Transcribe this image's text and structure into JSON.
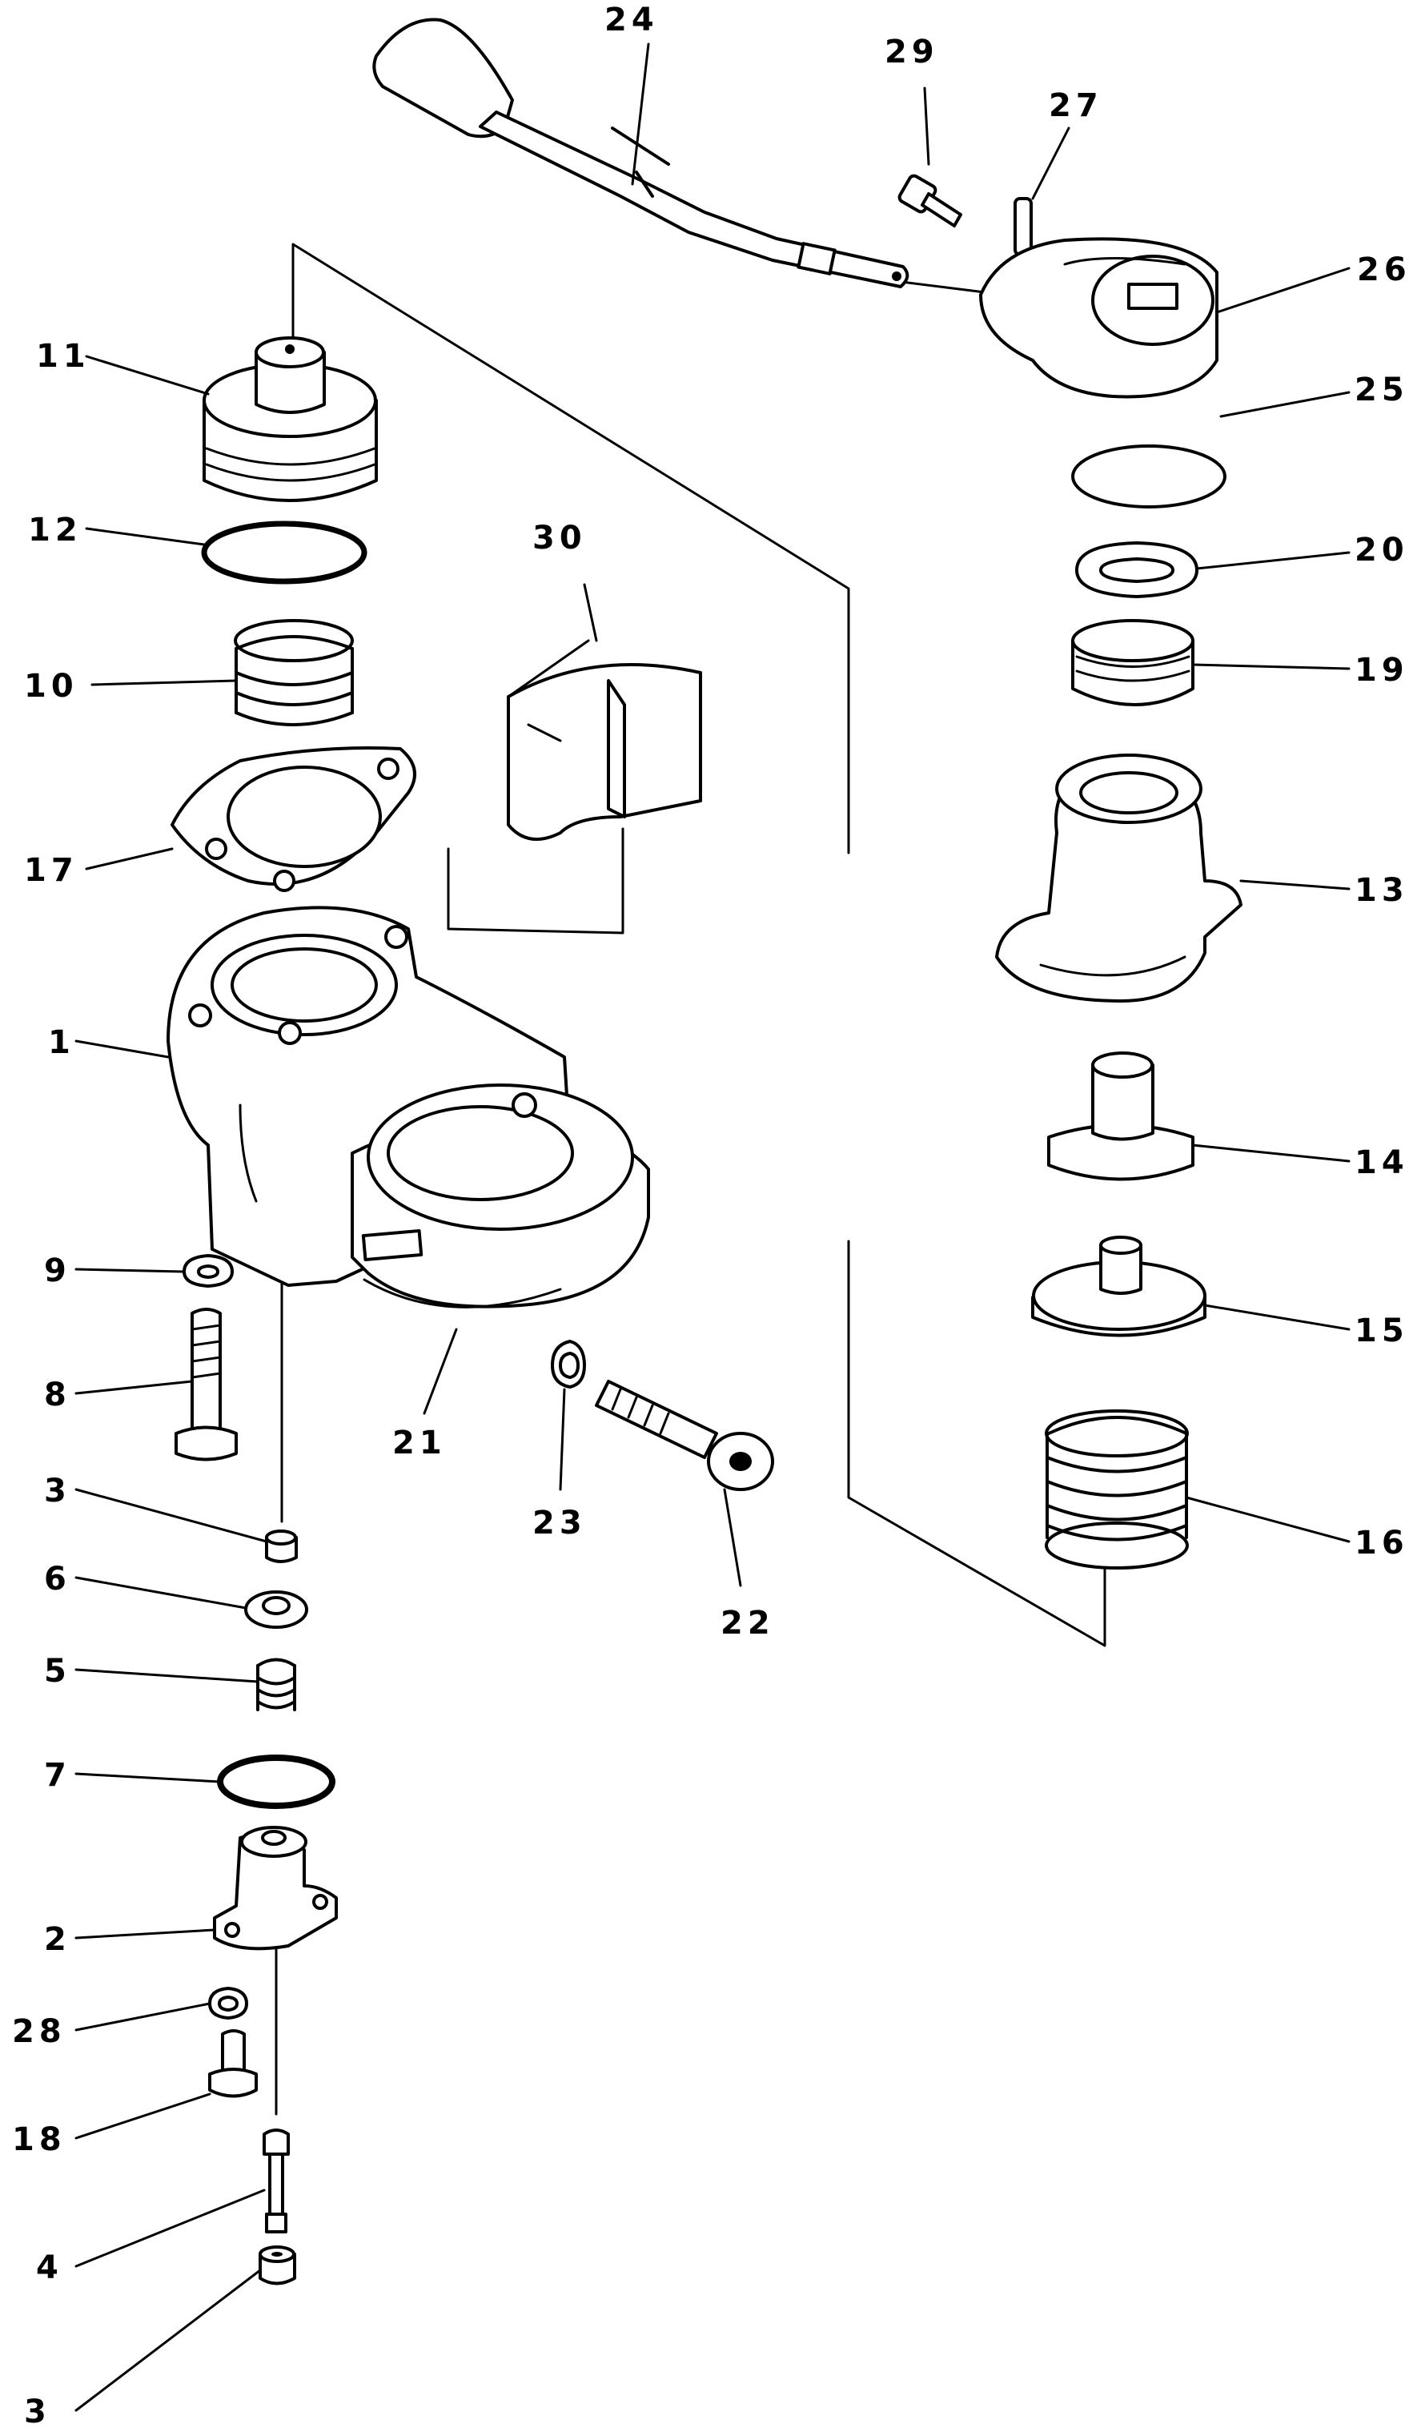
{
  "labels": {
    "p1": "1",
    "p2": "2",
    "p3a": "3",
    "p3b": "3",
    "p4": "4",
    "p5": "5",
    "p6": "6",
    "p7": "7",
    "p8": "8",
    "p9": "9",
    "p10": "10",
    "p11": "11",
    "p12": "12",
    "p13": "13",
    "p14": "14",
    "p15": "15",
    "p16": "16",
    "p17": "17",
    "p18": "18",
    "p19": "19",
    "p20": "20",
    "p21": "21",
    "p22": "22",
    "p23": "23",
    "p24": "24",
    "p25": "25",
    "p26": "26",
    "p27": "27",
    "p28": "28",
    "p29": "29",
    "p30": "30"
  }
}
